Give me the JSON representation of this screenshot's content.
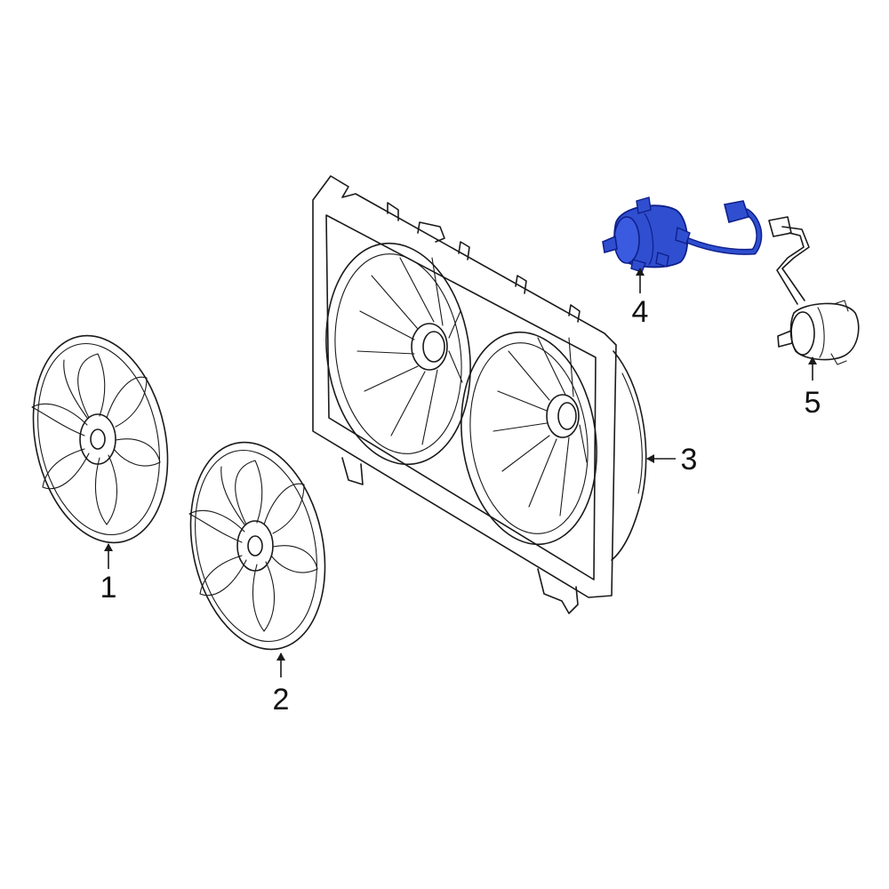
{
  "colors": {
    "line": "#1a1a1a",
    "highlight_fill": "#2f4fd0",
    "highlight_stroke": "#0f1f8a",
    "background": "#ffffff"
  },
  "callouts": {
    "fan_left": "1",
    "fan_right": "2",
    "shroud": "3",
    "motor_highlighted": "4",
    "motor_other": "5"
  }
}
